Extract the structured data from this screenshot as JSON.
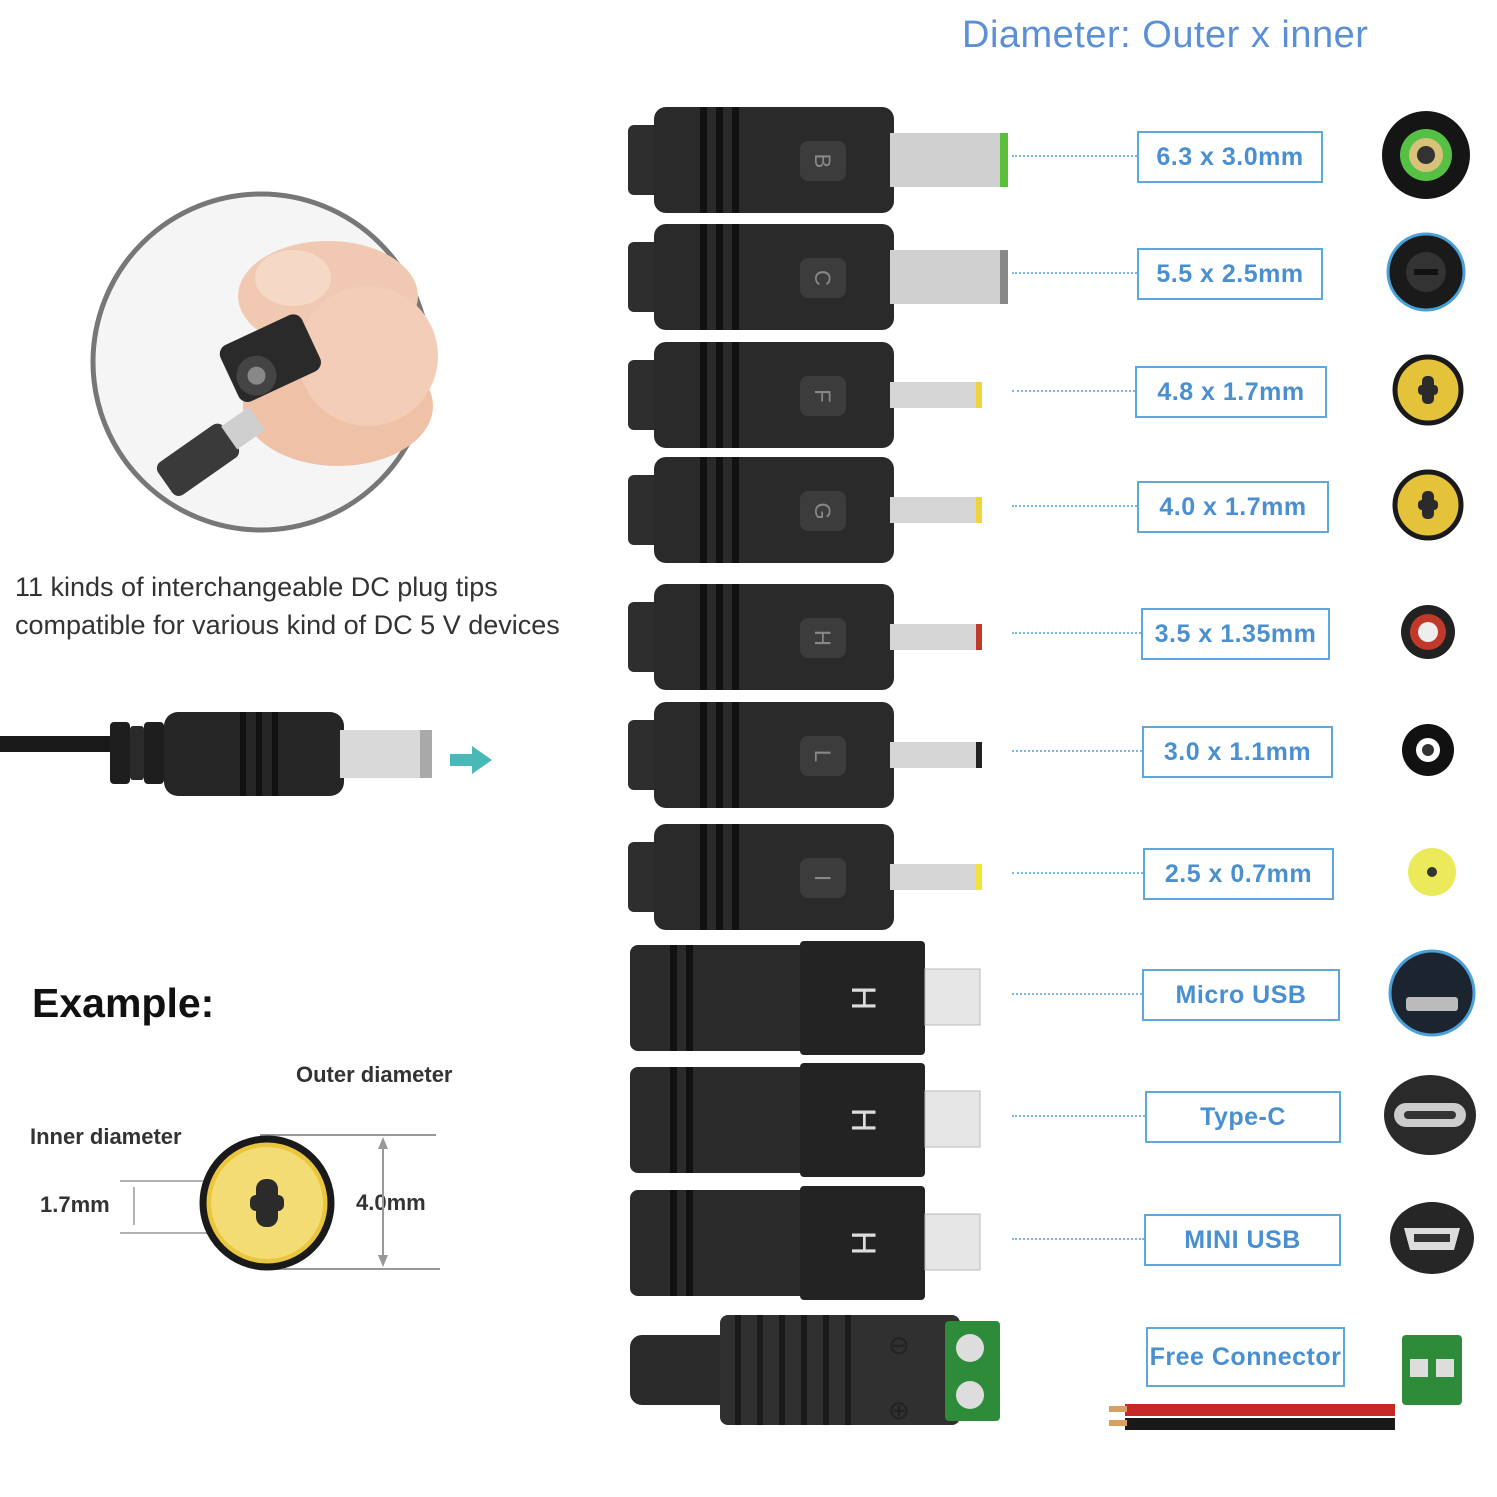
{
  "header": "Diameter: Outer x inner",
  "description": [
    "11 kinds of interchangeable DC plug tips",
    "compatible for various kind of DC 5 V devices"
  ],
  "example": {
    "title": "Example:",
    "outer_label": "Outer diameter",
    "inner_label": "Inner diameter",
    "inner_value": "1.7mm",
    "outer_value": "4.0mm"
  },
  "tips": [
    {
      "letter": "B",
      "label": "6.3 x 3.0mm",
      "pin": "barrel",
      "ring": "#5bbf3a",
      "face": "green"
    },
    {
      "letter": "C",
      "label": "5.5 x 2.5mm",
      "pin": "barrel",
      "ring": "#888888",
      "face": "black"
    },
    {
      "letter": "F",
      "label": "4.8 x 1.7mm",
      "pin": "thin",
      "ring": "#f2d23a",
      "face": "yellow"
    },
    {
      "letter": "G",
      "label": "4.0 x 1.7mm",
      "pin": "thin",
      "ring": "#f2d23a",
      "face": "yellow"
    },
    {
      "letter": "H",
      "label": "3.5 x 1.35mm",
      "pin": "thin",
      "ring": "#c0392b",
      "face": "red"
    },
    {
      "letter": "L",
      "label": "3.0 x 1.1mm",
      "pin": "thin",
      "ring": "#222222",
      "face": "black-small"
    },
    {
      "letter": "I",
      "label": "2.5 x 0.7mm",
      "pin": "thin",
      "ring": "#f2e23a",
      "face": "yellow-small"
    },
    {
      "letter": "H",
      "label": "Micro USB",
      "pin": "usb",
      "ring": "#cccccc",
      "face": "microusb"
    },
    {
      "letter": "H",
      "label": "Type-C",
      "pin": "usb",
      "ring": "#cccccc",
      "face": "typec"
    },
    {
      "letter": "H",
      "label": "MINI USB",
      "pin": "usb",
      "ring": "#cccccc",
      "face": "miniusb"
    },
    {
      "letter": "",
      "label": "Free Connector",
      "pin": "terminal",
      "ring": "#2e8b3a",
      "face": "terminal"
    }
  ],
  "terminal_symbols": [
    "⊖",
    "⊕"
  ]
}
